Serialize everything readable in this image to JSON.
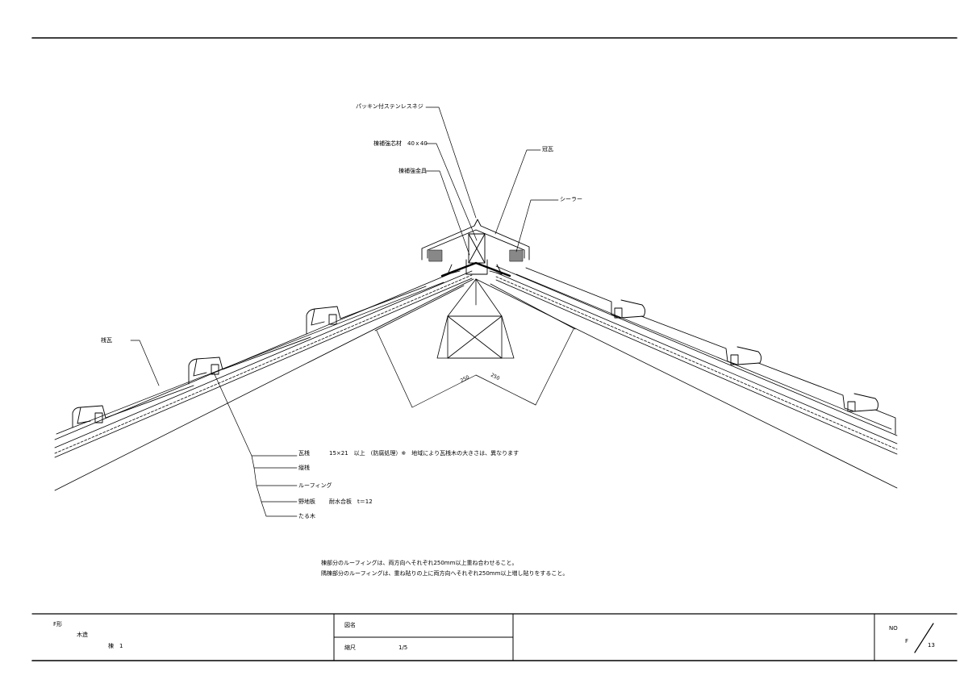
{
  "callouts": {
    "packing_screw": "パッキン付ステンレスネジ",
    "ridge_reinforcement_member": "棟補強芯材　40ｘ40",
    "ridge_reinforcement_bracket": "棟補強金具",
    "crown_tile": "冠瓦",
    "sealer": "シーラー",
    "field_tile": "桟瓦"
  },
  "layer_legend": [
    {
      "name": "瓦桟",
      "spec": "15×21　以上　(防腐処理）※　地域により瓦桟木の大きさは、異なります"
    },
    {
      "name": "縦桟",
      "spec": ""
    },
    {
      "name": "ルーフィング",
      "spec": ""
    },
    {
      "name": "野地板",
      "spec": "耐水合板　t＝12"
    },
    {
      "name": "たる木",
      "spec": ""
    }
  ],
  "dimensions": {
    "left": "250",
    "right": "250"
  },
  "notes": [
    "棟部分のルーフィングは、両方向へそれぞれ250mm以上重ね合わせること。",
    "隅棟部分のルーフィングは、重ね貼りの上に両方向へそれぞれ250mm以上増し貼りをすること。"
  ],
  "title_block": {
    "project_line1": "F形",
    "project_line2": "木造",
    "project_line3": "棟　1",
    "drawing_name_label": "図名",
    "scale_label": "縮尺",
    "scale_value": "1/5",
    "no_label": "NO",
    "no_prefix": "F",
    "no_number": "13"
  }
}
